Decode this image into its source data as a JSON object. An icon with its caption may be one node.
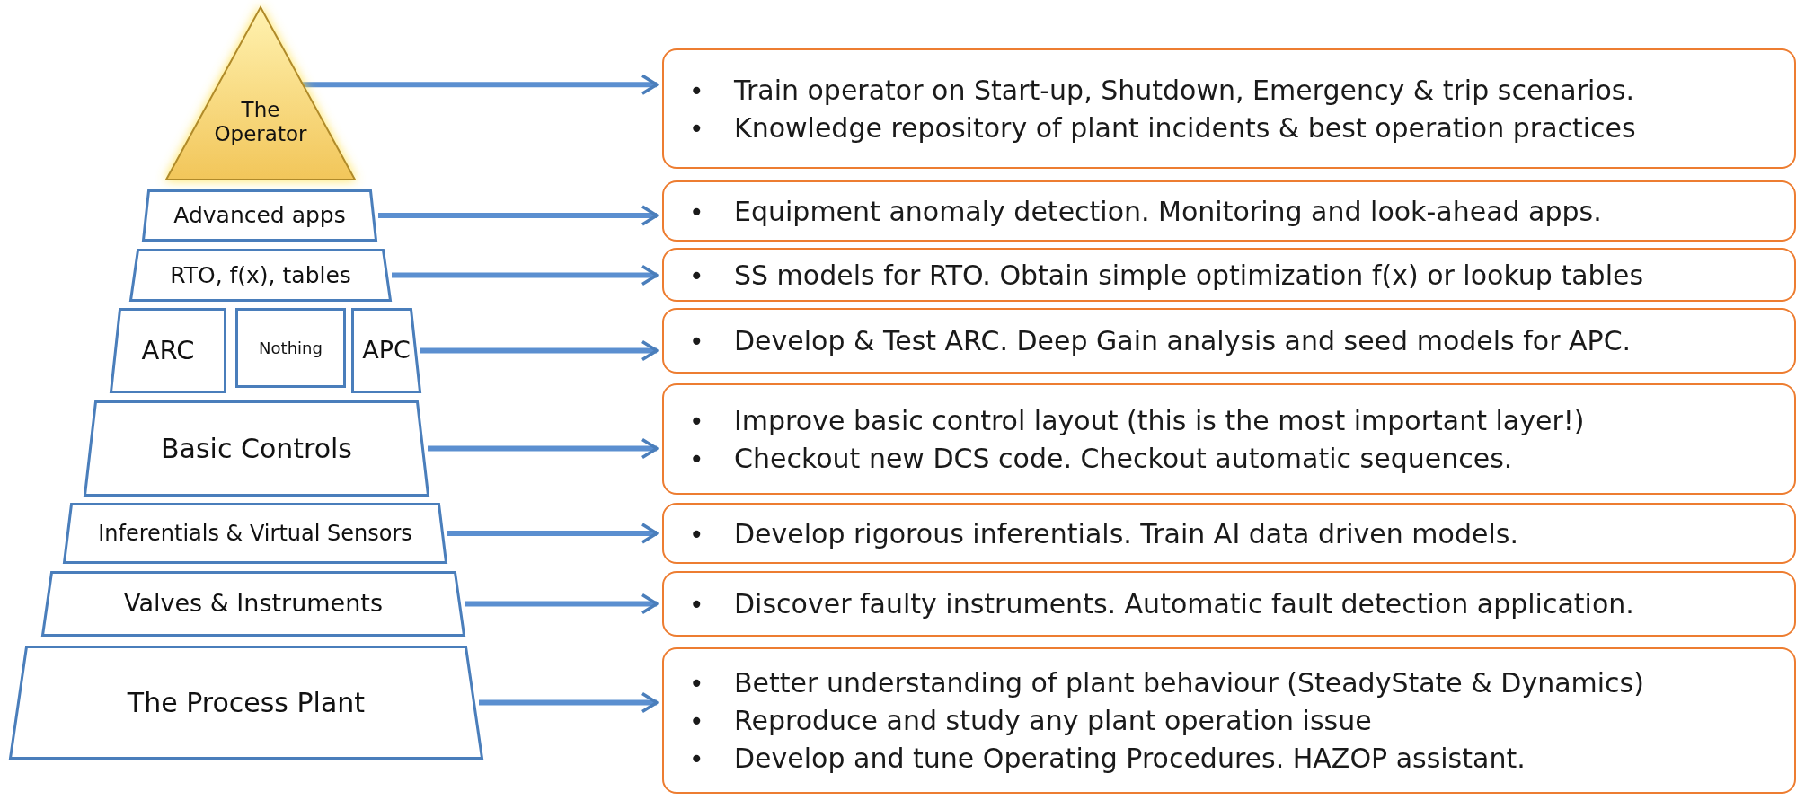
{
  "diagram": {
    "nodes": [
      {
        "text": [
          "The Operator"
        ]
      },
      {
        "text": [
          "Train operator on Start-up, Shutdown, Emergency & trip scenarios.",
          "Knowledge repository of plant incidents & best operation practices"
        ]
      },
      {
        "text": [
          "Advanced apps"
        ]
      },
      {
        "text": [
          "Equipment anomaly detection. Monitoring and look-ahead apps."
        ]
      },
      {
        "text": [
          "RTO, f(x), tables"
        ]
      },
      {
        "text": [
          "SS models for RTO. Obtain simple optimization f(x) or lookup tables"
        ]
      },
      {
        "text": [
          "ARC"
        ]
      },
      {
        "text": [
          "Nothing"
        ]
      },
      {
        "text": [
          "APC"
        ]
      },
      {
        "text": [
          "Develop & Test ARC. Deep Gain analysis and seed models for APC."
        ]
      },
      {
        "text": [
          "Basic Controls"
        ]
      },
      {
        "text": [
          "Improve basic control layout (this is the most important layer!)",
          "Checkout new DCS code. Checkout automatic sequences."
        ]
      },
      {
        "text": [
          "Inferentials & Virtual Sensors"
        ]
      },
      {
        "text": [
          "Develop rigorous inferentials. Train AI data driven models."
        ]
      },
      {
        "text": [
          "Valves & Instruments"
        ]
      },
      {
        "text": [
          "Discover faulty instruments. Automatic fault detection application."
        ]
      },
      {
        "text": [
          "The Process Plant"
        ]
      },
      {
        "text": [
          "Better understanding of plant behaviour (SteadyState & Dynamics)",
          "Reproduce and study any plant operation issue",
          "Develop and tune Operating Procedures. HAZOP assistant."
        ]
      }
    ],
    "edges": [
      {
        "from": 0,
        "to": 1,
        "arrow": "to"
      },
      {
        "from": 2,
        "to": 3,
        "arrow": "to"
      },
      {
        "from": 4,
        "to": 5,
        "arrow": "to"
      },
      {
        "from": 8,
        "to": 9,
        "arrow": "to"
      },
      {
        "from": 10,
        "to": 11,
        "arrow": "to"
      },
      {
        "from": 12,
        "to": 13,
        "arrow": "to"
      },
      {
        "from": 14,
        "to": 15,
        "arrow": "to"
      },
      {
        "from": 16,
        "to": 17,
        "arrow": "to"
      }
    ],
    "labels": [
      "•",
      "•",
      "•",
      "•",
      "•",
      "•",
      "•",
      "•",
      "•",
      "•",
      "•",
      "•"
    ]
  }
}
